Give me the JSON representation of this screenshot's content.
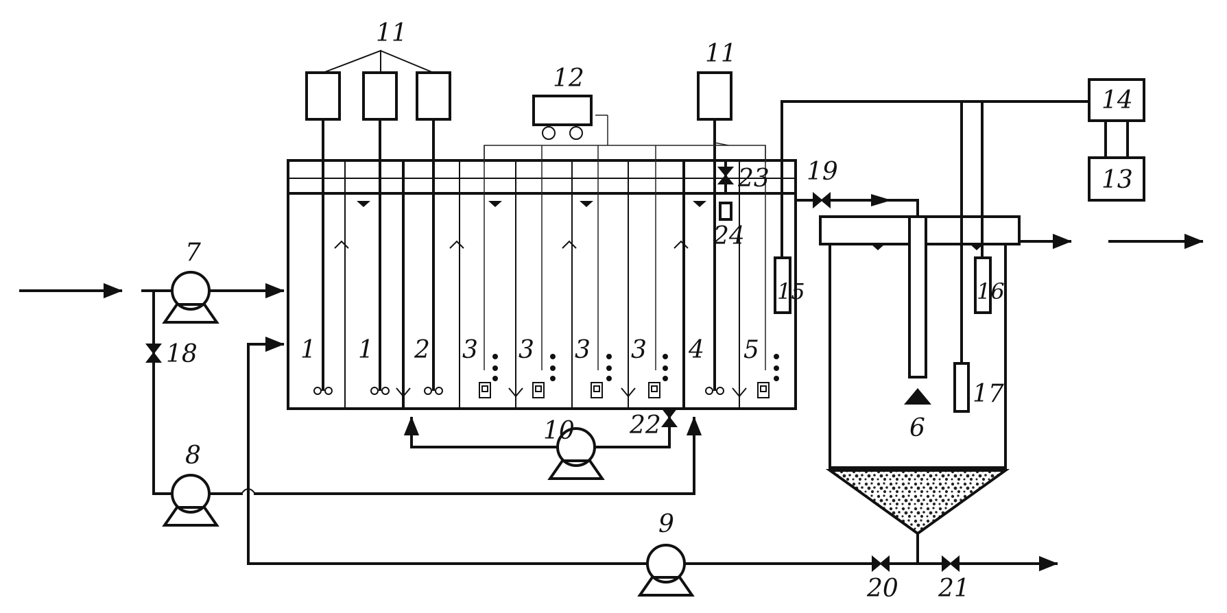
{
  "labels": {
    "dosing_tanks": "11",
    "dosing_tank_single": "11",
    "cart": "12",
    "controller_top": "14",
    "controller_bottom": "13",
    "pump_inlet": "7",
    "pump_recycle": "8",
    "pump_sludge": "9",
    "pump_internal": "10",
    "valve_bypass": "18",
    "valve_outlet": "19",
    "valve_return": "20",
    "valve_waste": "21",
    "valve_internal": "22",
    "valve_top": "23",
    "sensor_small": "24",
    "sensor_15": "15",
    "sensor_16": "16",
    "sensor_17": "17",
    "center_pipe": "6",
    "zone_1a": "1",
    "zone_1b": "1",
    "zone_2": "2",
    "zone_3a": "3",
    "zone_3b": "3",
    "zone_3c": "3",
    "zone_3d": "3",
    "zone_4": "4",
    "zone_5": "5"
  }
}
